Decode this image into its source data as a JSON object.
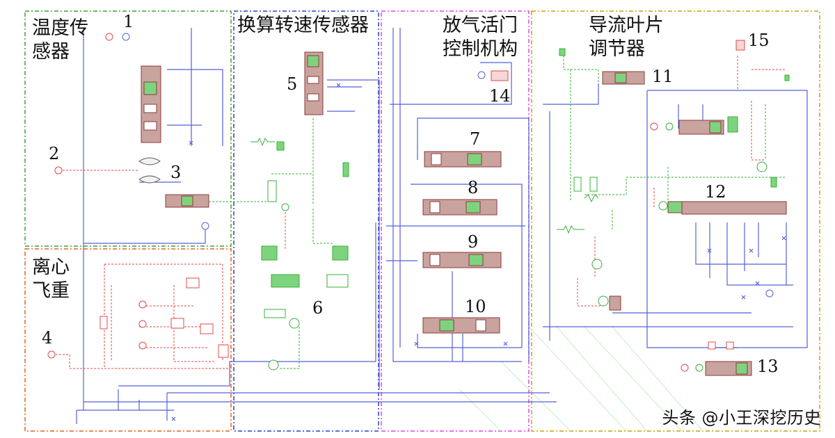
{
  "regions": [
    {
      "id": "temp",
      "title": "温度传\n感器",
      "color": "#3aa335"
    },
    {
      "id": "centrifugal",
      "title": "离心\n飞重",
      "color": "#e8601c"
    },
    {
      "id": "speed",
      "title": "换算转速传感器",
      "color": "#2b3fc9"
    },
    {
      "id": "bleed",
      "title": "放气活门\n控制机构",
      "color": "#e046e0"
    },
    {
      "id": "guide",
      "title": "导流叶片\n调节器",
      "color": "#c9a300"
    }
  ],
  "labels": [
    "1",
    "2",
    "3",
    "4",
    "5",
    "6",
    "7",
    "8",
    "9",
    "10",
    "11",
    "12",
    "13",
    "14",
    "15"
  ],
  "watermark": "头条 @小王深挖历史",
  "colors": {
    "line_blue": "#5560d8",
    "line_green": "#35b035",
    "line_red": "#e04848",
    "component_fill": "#c9a39e",
    "component_stroke": "#8a3a3a",
    "component_green": "#7ed47e"
  }
}
